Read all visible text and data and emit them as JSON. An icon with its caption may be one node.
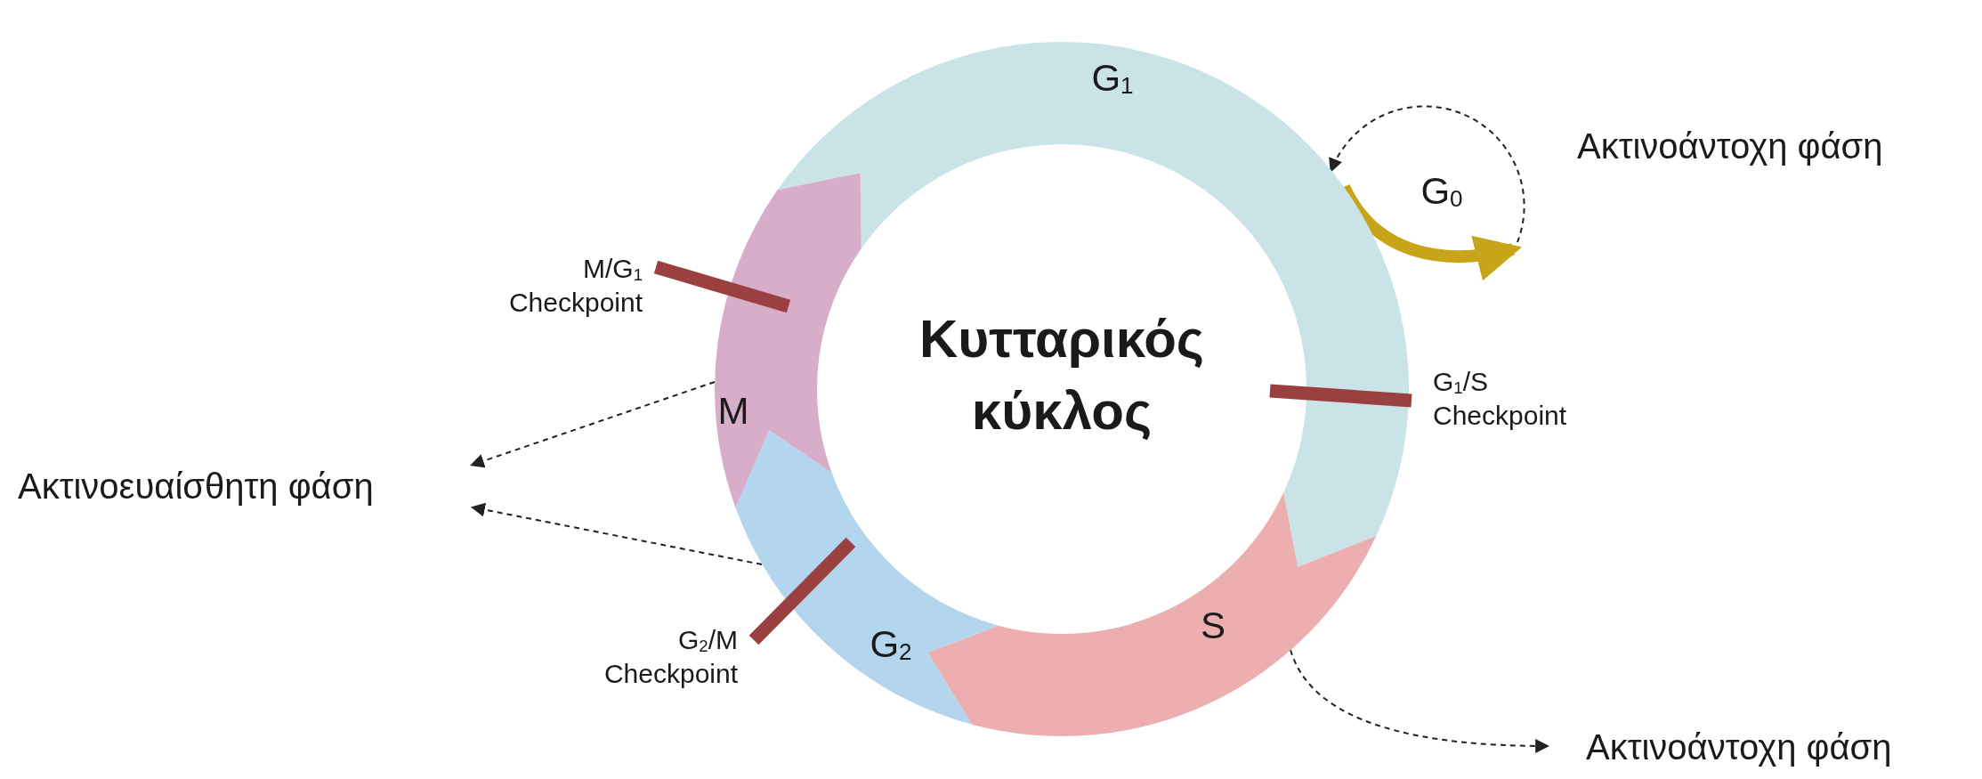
{
  "diagram": {
    "title": "Κυτταρικός κύκλος",
    "nodes": [
      {
        "text": [
          "G$_{1}$"
        ]
      },
      {
        "text": [
          "G$_{0}$"
        ],
        "beside": [
          "Ακτινοάντοχη φάση"
        ]
      },
      {
        "text": [
          "S"
        ]
      },
      {
        "text": [
          "G$_{2}$"
        ]
      },
      {
        "text": [
          "M"
        ]
      },
      {
        "text": [
          "Ακτινοευαίσθητη φάση"
        ]
      },
      {
        "text": [
          "Ακτινοάντοχη φάση"
        ]
      }
    ],
    "edges": [
      {
        "from": 0,
        "to": 1,
        "arrow": "to",
        "style": "thick",
        "color": "#c8a418"
      },
      {
        "from": 1,
        "to": 0,
        "arrow": "to",
        "style": "dashed"
      },
      {
        "from": 4,
        "to": 5,
        "arrow": "to",
        "style": "dashed"
      },
      {
        "from": 3,
        "to": 5,
        "arrow": "to",
        "style": "dashed"
      },
      {
        "from": 2,
        "to": 6,
        "arrow": "to",
        "style": "dashed"
      }
    ],
    "labels": [
      "M/G$_{1}$ Checkpoint",
      "G$_{1}$/S Checkpoint",
      "G$_{2}$/M Checkpoint"
    ]
  }
}
